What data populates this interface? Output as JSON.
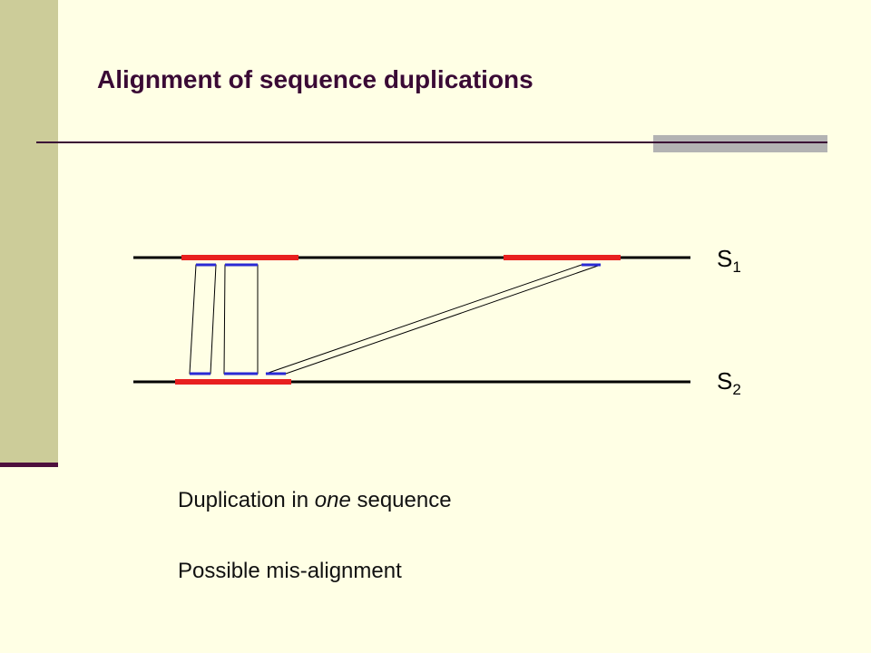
{
  "title": "Alignment of sequence duplications",
  "labels": {
    "s1_letter": "S",
    "s1_sub": "1",
    "s2_letter": "S",
    "s2_sub": "2"
  },
  "captions": {
    "line1_before": "Duplication in ",
    "line1_emph": "one",
    "line1_after": " sequence",
    "line2": "Possible mis-alignment"
  },
  "colors": {
    "sequence_line": "#000000",
    "duplication_segment": "#e8201f",
    "alignment_outline": "#2a2ad4",
    "title_text": "#3a0a35",
    "side_bar": "#cccc99"
  }
}
